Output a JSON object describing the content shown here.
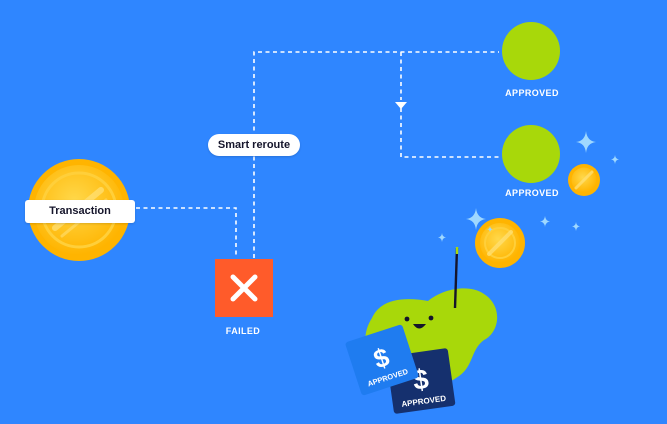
{
  "transaction": {
    "label": "Transaction"
  },
  "reroute": {
    "label": "Smart reroute"
  },
  "nodes": {
    "approved_primary": "APPROVED",
    "approved_secondary": "APPROVED",
    "failed": "FAILED"
  },
  "cards": {
    "card_front": "APPROVED",
    "card_back": "APPROVED",
    "currency_symbol": "$"
  },
  "colors": {
    "background": "#2f86ff",
    "approved": "#a8d80a",
    "failed": "#ff5b2a",
    "coin": "#ffc21a",
    "blob": "#a8d80a",
    "card_light": "#1f7cf0",
    "card_dark": "#15306e"
  },
  "icons": [
    "close-icon",
    "coin-icon",
    "sparkle-icon",
    "dollar-icon",
    "wand-icon"
  ]
}
